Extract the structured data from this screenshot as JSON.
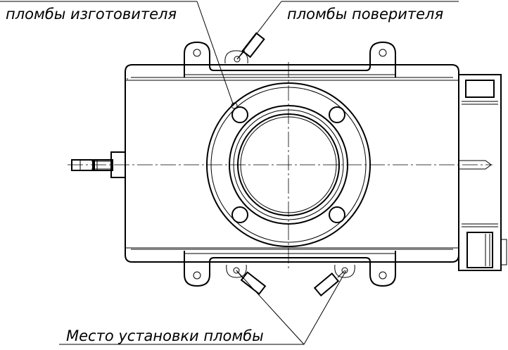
{
  "labels": {
    "manufacturer_seals": "пломбы изготовителя",
    "verifier_seals": "пломбы поверителя",
    "seal_location": "Место установки пломбы"
  }
}
